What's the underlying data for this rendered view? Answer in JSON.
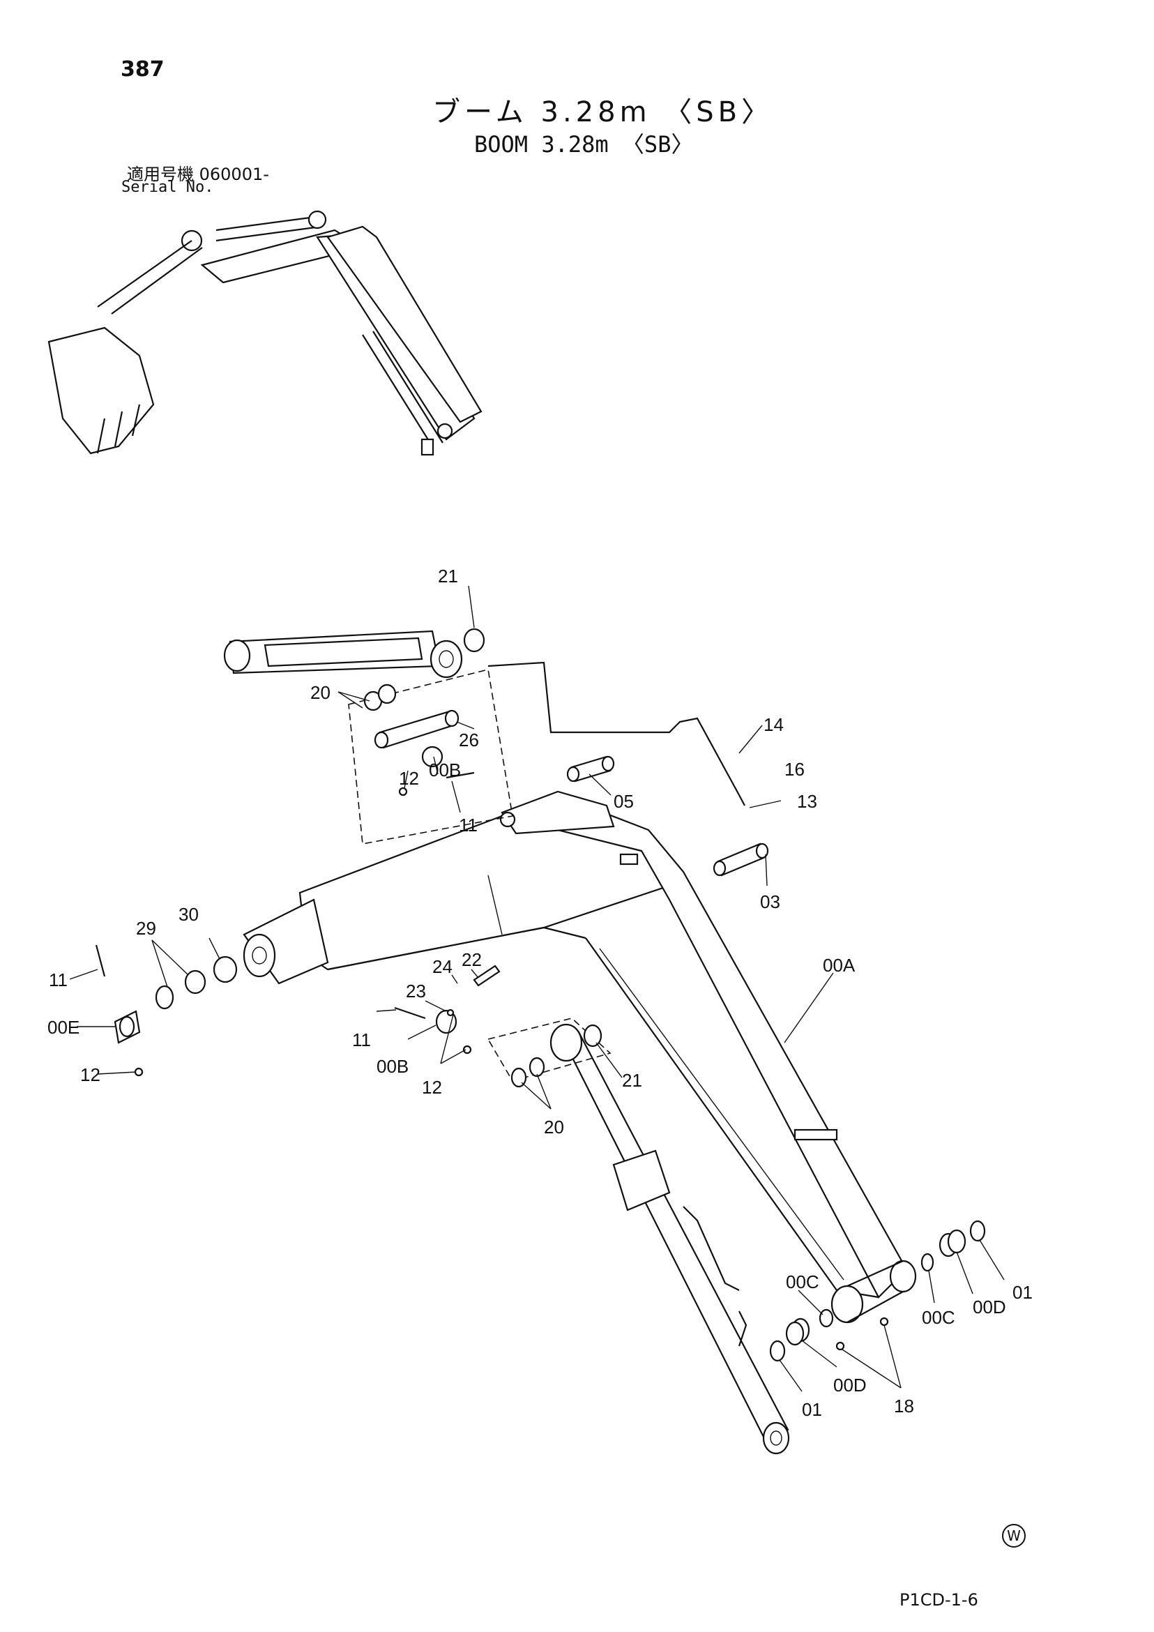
{
  "page_number": "387",
  "title_jp": "ブーム 3.28m 〈SB〉",
  "title_en": "BOOM 3.28m 〈SB〉",
  "serial_jp": "適用号機  060001-",
  "serial_en": "Serial No.",
  "drawing_code": "P1CD-1-6",
  "watermark": "W",
  "callouts": {
    "c21_top": "21",
    "c20_top": "20",
    "c26": "26",
    "c14": "14",
    "c16": "16",
    "c13": "13",
    "c12_top": "12",
    "c00B_top": "00B",
    "c05": "05",
    "c11_mid": "11",
    "c03": "03",
    "c29": "29",
    "c30": "30",
    "c11_left": "11",
    "c00E": "00E",
    "c12_left": "12",
    "c00A": "00A",
    "c24": "24",
    "c22": "22",
    "c23": "23",
    "c11_low": "11",
    "c00B_low": "00B",
    "c12_low": "12",
    "c21_low": "21",
    "c20_low": "20",
    "c00C_a": "00C",
    "c00C_b": "00C",
    "c00D_a": "00D",
    "c00D_b": "00D",
    "c01_a": "01",
    "c01_b": "01",
    "c18": "18"
  }
}
